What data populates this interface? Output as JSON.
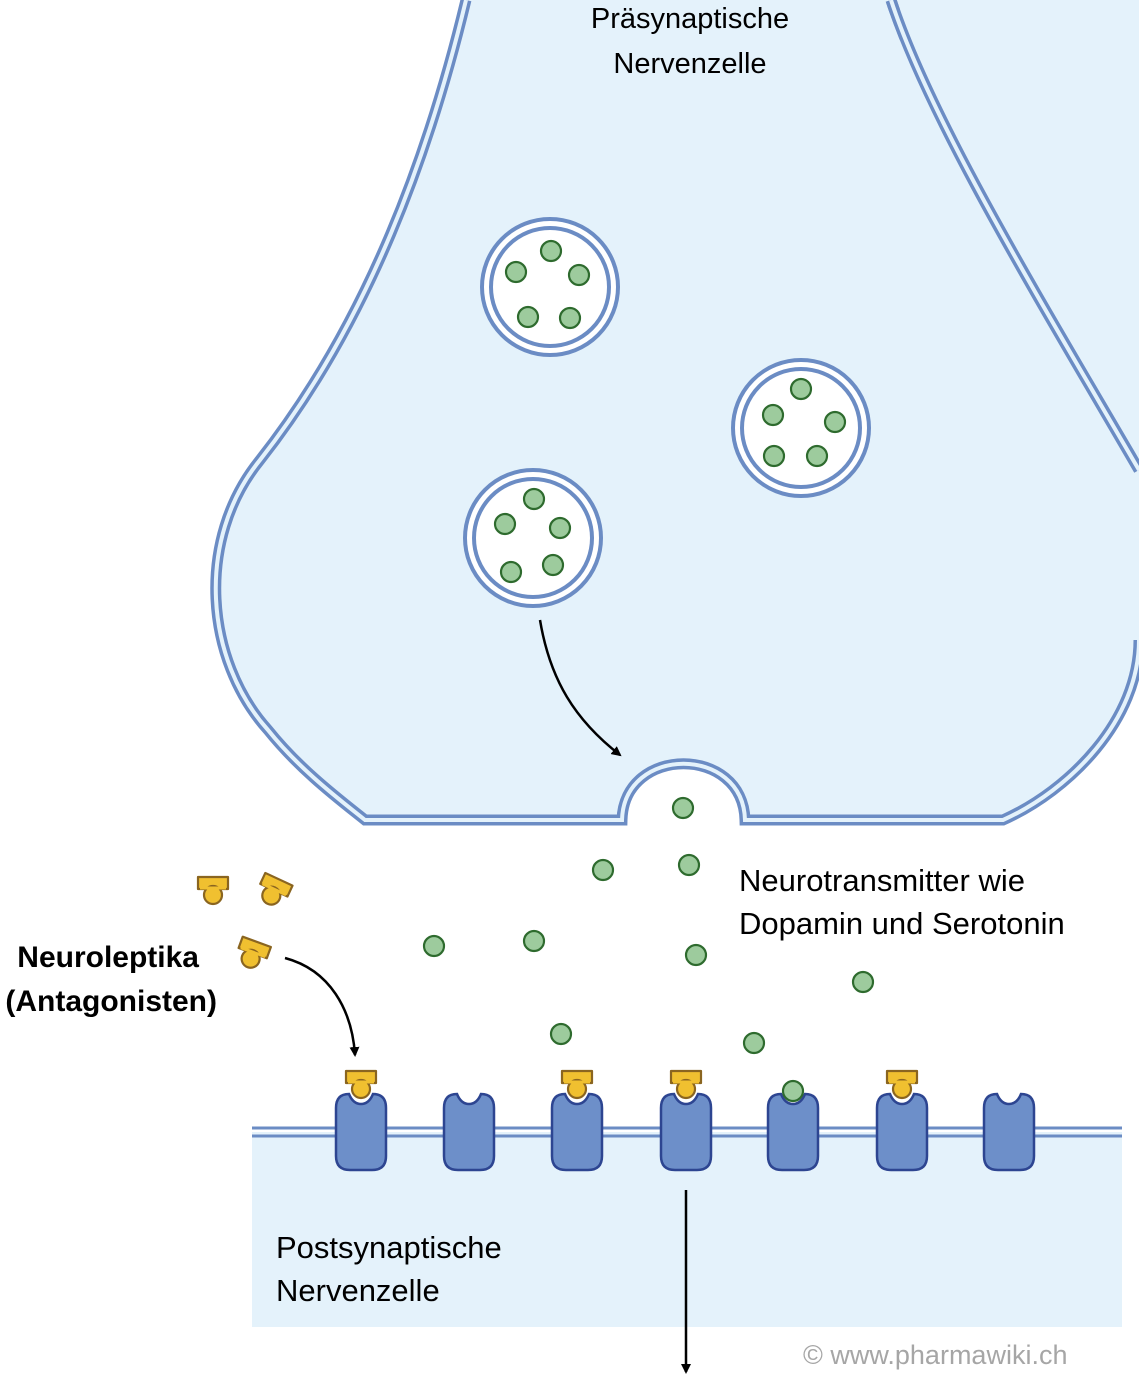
{
  "presynaptic": {
    "line1": "Präsynaptische",
    "line2": "Nervenzelle"
  },
  "neurotransmitter": {
    "line1": "Neurotransmitter wie",
    "line2": "Dopamin und Serotonin"
  },
  "neuroleptics": {
    "line1": "Neuroleptika",
    "line2": "(Antagonisten)"
  },
  "postsynaptic": {
    "line1": "Postsynaptische",
    "line2": "Nervenzelle"
  },
  "copyright": "© www.pharmawiki.ch",
  "colors": {
    "membrane": "#6b8cc4",
    "cell_fill": "#e4f2fb",
    "receptor_fill": "#6d8fc9",
    "receptor_stroke": "#2d4591",
    "transmitter_fill": "#9dcb9d",
    "transmitter_stroke": "#2e6b2e",
    "antagonist_fill": "#f0c030",
    "antagonist_stroke": "#8a6520"
  }
}
